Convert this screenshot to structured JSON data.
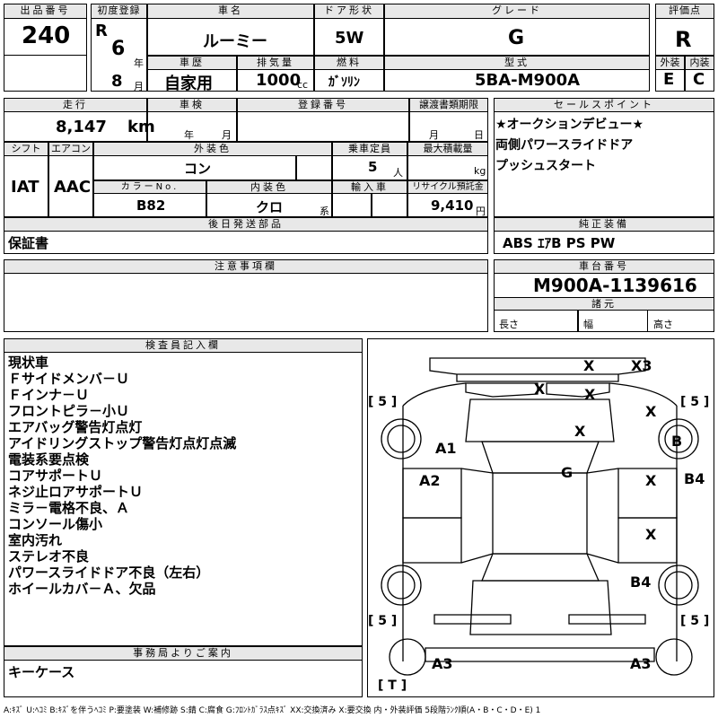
{
  "labels": {
    "lot": "出品番号",
    "first_reg": "初度登録",
    "car_name": "車名",
    "door": "ドア形状",
    "grade": "グレード",
    "score": "評価点",
    "history": "車歴",
    "displacement": "排気量",
    "fuel": "燃料",
    "model": "型式",
    "exterior": "外装",
    "interior": "内装",
    "mileage": "走行",
    "inspection": "車検",
    "reg_no": "登録番号",
    "transfer_deadline": "譲渡書類期限",
    "sales_point": "セールスポイント",
    "shift": "シフト",
    "aircon": "エアコン",
    "ext_color": "外装色",
    "capacity": "乗車定員",
    "max_load": "最大積載量",
    "color_no": "カラーNo.",
    "int_color": "内装色",
    "import": "輸入車",
    "recycle": "リサイクル預託金",
    "later_items": "後日発送部品",
    "genuine": "純正装備",
    "notes": "注意事項欄",
    "chassis": "車台番号",
    "specs": "諸元",
    "length": "長さ",
    "width": "幅",
    "height": "高さ",
    "inspector": "検査員記入欄",
    "office": "事務局よりご案内",
    "u_year": "年",
    "u_month": "月",
    "u_cc": "cc",
    "u_km": "km",
    "u_person": "人",
    "u_kg": "kg",
    "u_yen": "円",
    "u_kei": "系",
    "u_year2": "年",
    "u_month2": "月",
    "u_month3": "月",
    "u_day": "日"
  },
  "values": {
    "lot": "240",
    "era": "R",
    "year": "6",
    "month": "8",
    "car_name": "ルーミー",
    "door": "5W",
    "grade": "G",
    "score": "R",
    "history": "自家用",
    "displacement": "1000",
    "fuel": "ｶﾞｿﾘﾝ",
    "model": "5BA-M900A",
    "exterior": "E",
    "interior": "C",
    "mileage": "8,147",
    "shift": "IAT",
    "aircon": "AAC",
    "ext_color": "コン",
    "capacity": "5",
    "color_no": "B82",
    "int_color": "クロ",
    "recycle": "9,410",
    "later_items": "保証書",
    "genuine": "ABS ｴｱB PS PW",
    "chassis": "M900A-1139616",
    "office": "キーケース"
  },
  "sales_points": [
    "★オークションデビュー★",
    "両側パワースライドドア",
    "プッシュスタート"
  ],
  "inspector_notes": [
    "現状車",
    "Ｆサイドメンバ－Ｕ",
    "Ｆインナ－Ｕ",
    "フロントピラ－小Ｕ",
    "エアバッグ警告灯点灯",
    "アイドリングストップ警告灯点灯点滅",
    "電装系要点検",
    "コアサポートＵ",
    "ネジ止ロアサポートＵ",
    "ミラ－電格不良、Ａ",
    "コンソール傷小",
    "室内汚れ",
    "ステレオ不良",
    "パワースライドドア不良（左右）",
    "ホイールカバ－Ａ、欠品"
  ],
  "diagram_marks": {
    "x1": "X",
    "x3": "X3",
    "x2": "X",
    "x4": "X",
    "x5": "X",
    "x6": "X",
    "a1": "A1",
    "b": "B",
    "a2": "A2",
    "g": "G",
    "x7": "X",
    "b4a": "B4",
    "x8": "X",
    "b4b": "B4",
    "a3l": "A3",
    "a3r": "A3",
    "t": "[ T ]",
    "tire1": "[ 5 ]",
    "tire2": "[ 5 ]",
    "tire3": "[ 5 ]",
    "tire4": "[ 5 ]"
  },
  "legend": "A:ｷｽﾞ U:ﾍｺﾐ B:ｷｽﾞを伴うﾍｺﾐ P:要塗装 W:補修跡 S:錆 C:腐食 G:ﾌﾛﾝﾄｶﾞﾗｽ点ｷｽﾞ XX:交換済み X:要交換 内・外装評価 5段階ﾗﾝｸ順(A・B・C・D・E) 1"
}
